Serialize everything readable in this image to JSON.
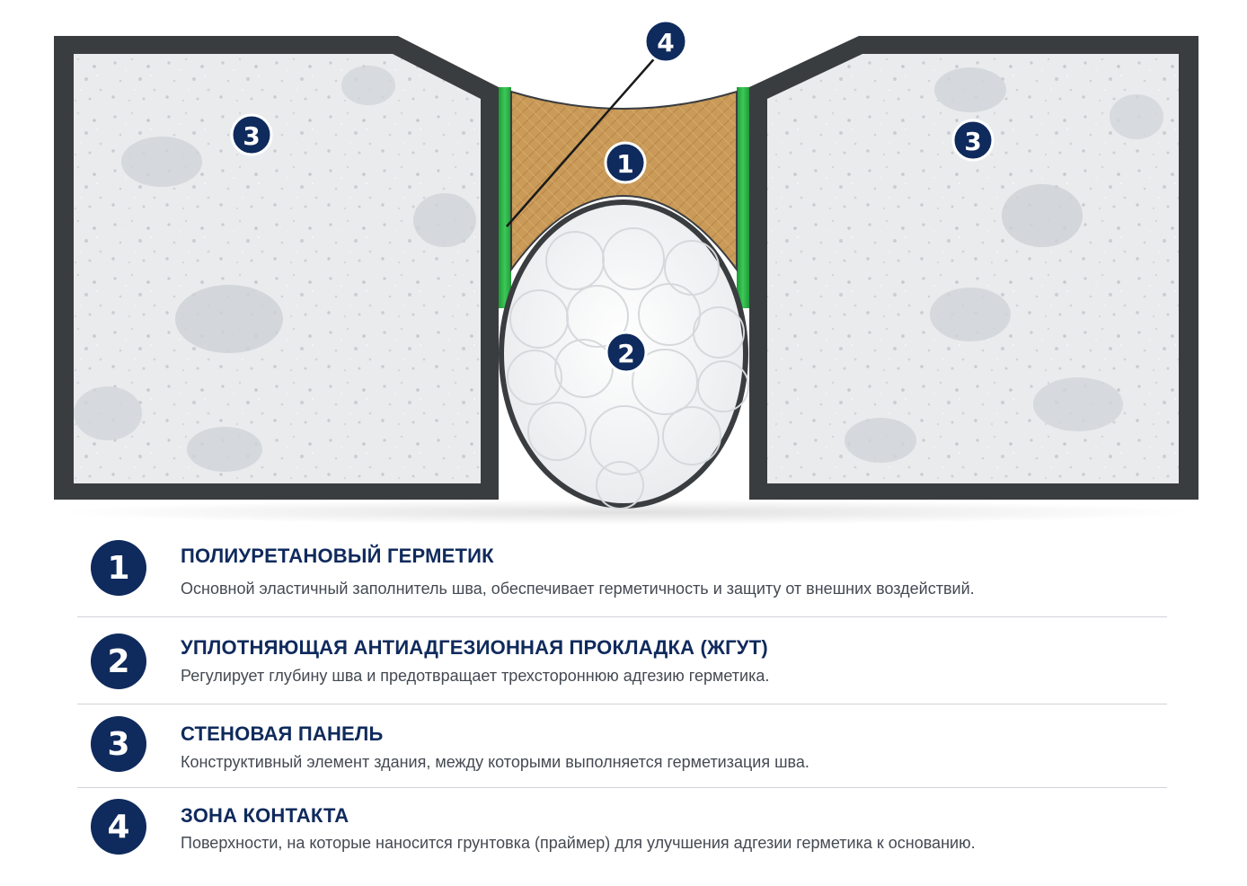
{
  "diagram": {
    "markers": [
      {
        "id": "marker-1",
        "number": "1"
      },
      {
        "id": "marker-2",
        "number": "2"
      },
      {
        "id": "marker-3-left",
        "number": "3"
      },
      {
        "id": "marker-3-right",
        "number": "3"
      },
      {
        "id": "marker-4",
        "number": "4"
      }
    ]
  },
  "legend": [
    {
      "number": "1",
      "title": "ПОЛИУРЕТАНОВЫЙ ГЕРМЕТИК",
      "description": "Основной эластичный заполнитель шва, обеспечивает герметичность и защиту от внешних воздействий."
    },
    {
      "number": "2",
      "title": "УПЛОТНЯЮЩАЯ АНТИАДГЕЗИОННАЯ ПРОКЛАДКА (ЖГУТ)",
      "description": "Регулирует глубину шва и предотвращает трехстороннюю адгезию герметика."
    },
    {
      "number": "3",
      "title": "СТЕНОВАЯ ПАНЕЛЬ",
      "description": "Конструктивный элемент здания, между которыми выполняется герметизация шва."
    },
    {
      "number": "4",
      "title": "ЗОНА КОНТАКТА",
      "description": "Поверхности, на которые наносится грунтовка (праймер) для улучшения адгезии герметика к основанию."
    }
  ],
  "colors": {
    "badge": "#0f2a5c",
    "panel_border": "#3a3d40",
    "panel_fill": "#e6e8ea",
    "sealant": "#c99a58",
    "primer": "#2fb54a",
    "cord": "#ffffff"
  }
}
